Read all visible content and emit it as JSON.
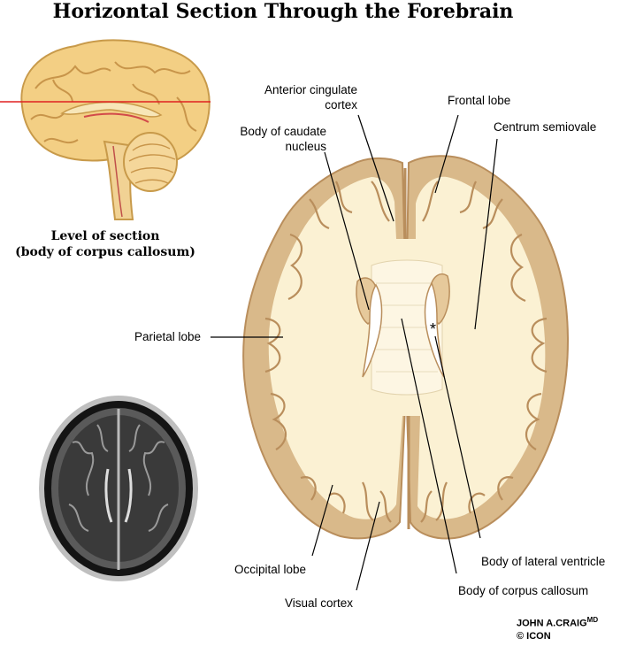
{
  "title": "Horizontal Section Through the Forebrain",
  "inset": {
    "caption_line1": "Level of section",
    "caption_line2": "(body of corpus callosum)"
  },
  "labels": {
    "anterior_cingulate_1": "Anterior cingulate",
    "anterior_cingulate_2": "cortex",
    "frontal_lobe": "Frontal  lobe",
    "caudate_1": "Body of caudate",
    "caudate_2": "nucleus",
    "centrum_semiovale": "Centrum semiovale",
    "parietal_lobe": "Parietal lobe",
    "occipital_lobe": "Occipital lobe",
    "visual_cortex": "Visual cortex",
    "lateral_ventricle": "Body of lateral ventricle",
    "corpus_callosum": "Body of corpus callosum",
    "asterisk": "*"
  },
  "signature": {
    "line1": "JOHN A.CRAIG",
    "line1_suffix": "MD",
    "line2": "© ICON"
  },
  "colors": {
    "cortex": "#d9b98a",
    "cortex_edge": "#b98e5c",
    "white_matter": "#fbf1d3",
    "ventricle": "#ffffff",
    "section_line": "#e02020",
    "mri_bg": "#1a1a1a"
  }
}
